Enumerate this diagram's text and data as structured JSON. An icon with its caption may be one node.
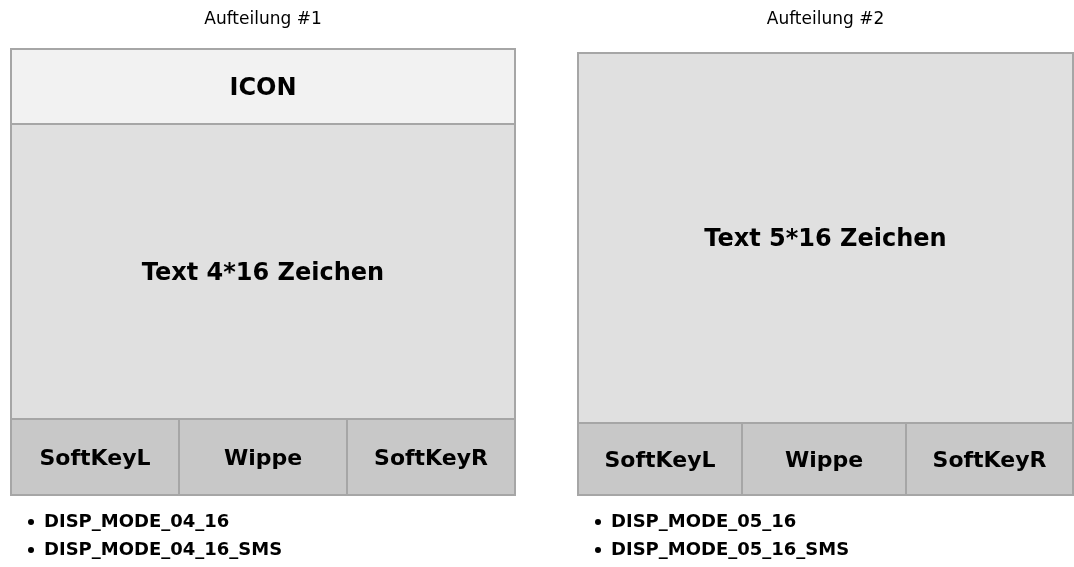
{
  "diagram": {
    "nodes": [
      {
        "text": [
          "Aufteilung #1"
        ]
      },
      {
        "text": [
          "ICON"
        ],
        "in": 0
      },
      {
        "text": [
          "Text 4*16 Zeichen"
        ],
        "in": 0
      },
      {
        "text": [
          "SoftKeyL"
        ],
        "in": 0
      },
      {
        "text": [
          "Wippe"
        ],
        "in": 0
      },
      {
        "text": [
          "SoftKeyR"
        ],
        "in": 0
      },
      {
        "text": [
          "Aufteilung #2"
        ]
      },
      {
        "text": [
          "Text 5*16 Zeichen"
        ],
        "in": 6
      },
      {
        "text": [
          "SoftKeyL"
        ],
        "in": 6
      },
      {
        "text": [
          "Wippe"
        ],
        "in": 6
      },
      {
        "text": [
          "SoftKeyR"
        ],
        "in": 6
      }
    ],
    "edges": [],
    "labels": [
      "DISP_MODE_04_16",
      "DISP_MODE_04_16_SMS",
      "DISP_MODE_05_16",
      "DISP_MODE_05_16_SMS"
    ]
  }
}
